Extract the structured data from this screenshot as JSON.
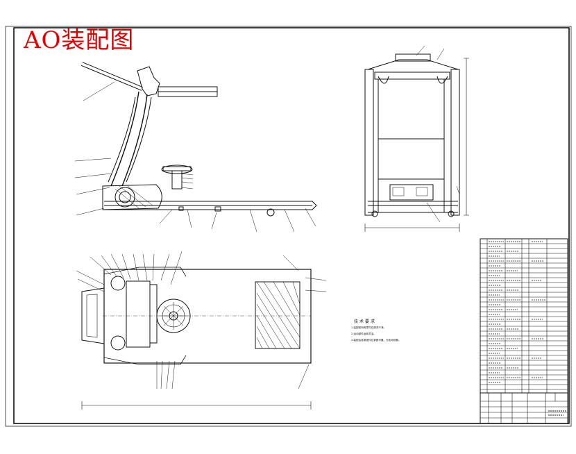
{
  "drawing": {
    "title": "AO装配图",
    "title_color": "#e00000",
    "line_color": "#111111",
    "background": "#ffffff",
    "views": [
      "side-view",
      "front-view",
      "top-view"
    ]
  },
  "technical_notes": {
    "heading": "技术要求",
    "items": [
      "1.装配前所有零件应清洗干净。",
      "2.运动部件运转灵活。",
      "3.装配后各紧固件应紧固可靠，无松动现象。"
    ]
  },
  "bom": {
    "row_count": 30
  }
}
